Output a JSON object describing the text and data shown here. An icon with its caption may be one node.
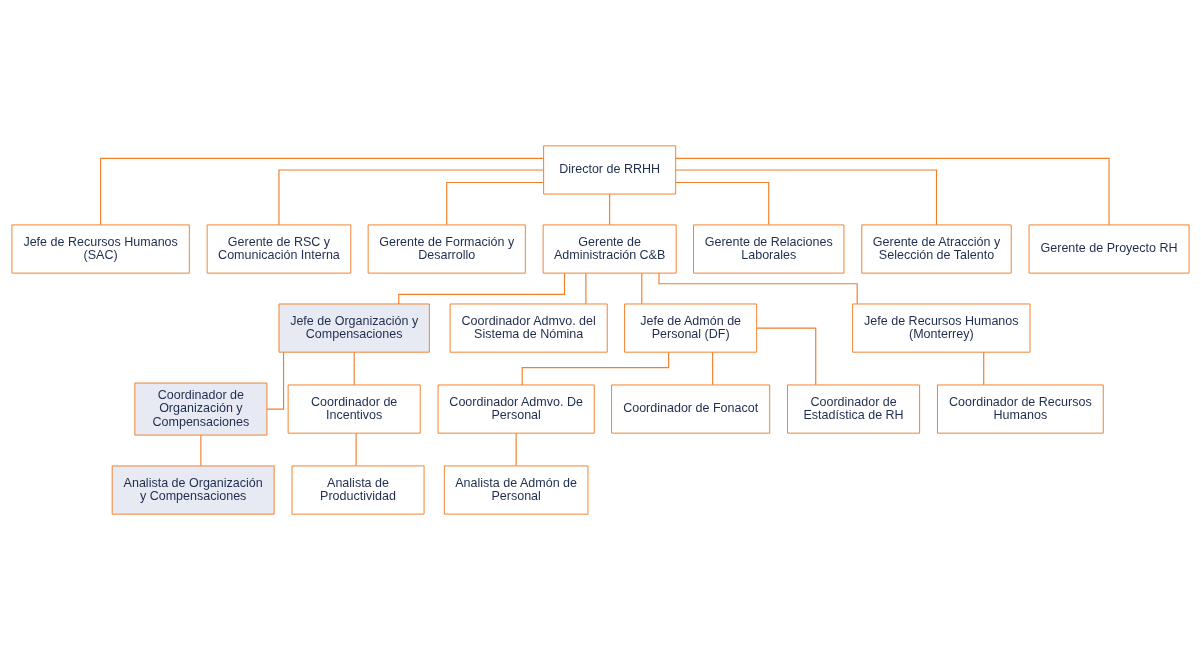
{
  "diagram": {
    "nodes": [
      {
        "text": [
          "Director de RRHH"
        ]
      },
      {
        "text": [
          "Jefe de Recursos Humanos (SAC)"
        ]
      },
      {
        "text": [
          "Gerente de RSC y Comunicación Interna"
        ]
      },
      {
        "text": [
          "Gerente de Formación y Desarrollo"
        ]
      },
      {
        "text": [
          "Gerente de Administración C&B"
        ]
      },
      {
        "text": [
          "Gerente de Relaciones Laborales"
        ]
      },
      {
        "text": [
          "Gerente de Atracción y Selección de Talento"
        ]
      },
      {
        "text": [
          "Gerente de Proyecto RH"
        ]
      },
      {
        "text": [
          "Jefe de Organización y Compensaciones"
        ]
      },
      {
        "text": [
          "Coordinador Admvo. del Sistema de Nómina"
        ]
      },
      {
        "text": [
          "Jefe de Admón de Personal (DF)"
        ]
      },
      {
        "text": [
          "Jefe de Recursos Humanos (Monterrey)"
        ]
      },
      {
        "text": [
          "Coordinador de Organización y Compensaciones"
        ]
      },
      {
        "text": [
          "Coordinador de Incentivos"
        ]
      },
      {
        "text": [
          "Coordinador Admvo. De Personal"
        ]
      },
      {
        "text": [
          "Coordinador de Fonacot"
        ]
      },
      {
        "text": [
          "Coordinador de Estadística de RH"
        ]
      },
      {
        "text": [
          "Coordinador de Recursos Humanos"
        ]
      },
      {
        "text": [
          "Analista de Organización y Compensaciones"
        ]
      },
      {
        "text": [
          "Analista de Productividad"
        ]
      },
      {
        "text": [
          "Analista de Admón de Personal"
        ]
      }
    ],
    "edges": [
      {
        "from": 0,
        "to": 1,
        "arrow": "none"
      },
      {
        "from": 0,
        "to": 2,
        "arrow": "none"
      },
      {
        "from": 0,
        "to": 3,
        "arrow": "none"
      },
      {
        "from": 0,
        "to": 4,
        "arrow": "none"
      },
      {
        "from": 0,
        "to": 5,
        "arrow": "none"
      },
      {
        "from": 0,
        "to": 6,
        "arrow": "none"
      },
      {
        "from": 0,
        "to": 7,
        "arrow": "none"
      },
      {
        "from": 4,
        "to": 8,
        "arrow": "none"
      },
      {
        "from": 4,
        "to": 9,
        "arrow": "none"
      },
      {
        "from": 4,
        "to": 10,
        "arrow": "none"
      },
      {
        "from": 4,
        "to": 11,
        "arrow": "none"
      },
      {
        "from": 8,
        "to": 12,
        "arrow": "none"
      },
      {
        "from": 8,
        "to": 13,
        "arrow": "none"
      },
      {
        "from": 10,
        "to": 14,
        "arrow": "none"
      },
      {
        "from": 10,
        "to": 15,
        "arrow": "none"
      },
      {
        "from": 10,
        "to": 16,
        "arrow": "none"
      },
      {
        "from": 11,
        "to": 17,
        "arrow": "none"
      },
      {
        "from": 12,
        "to": 18,
        "arrow": "none"
      },
      {
        "from": 13,
        "to": 19,
        "arrow": "none"
      },
      {
        "from": 14,
        "to": 20,
        "arrow": "none"
      }
    ]
  }
}
